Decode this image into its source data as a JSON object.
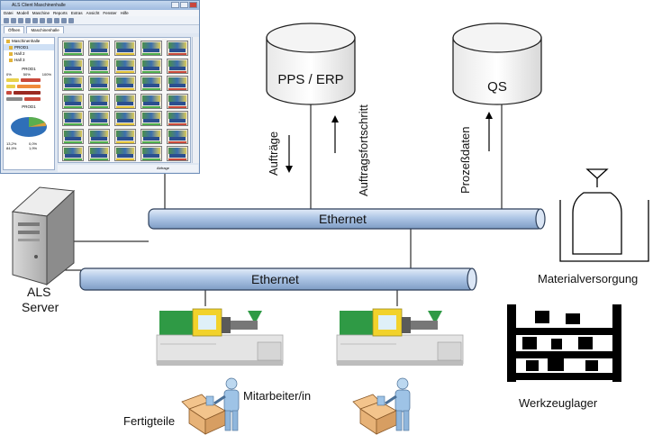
{
  "databases": {
    "pps_erp": "PPS / ERP",
    "qs": "QS"
  },
  "flows": {
    "auftraege": "Aufträge",
    "auftragsfortschritt": "Auftragsfortschritt",
    "prozessdaten": "Prozeßdaten"
  },
  "network": {
    "ethernet_top": "Ethernet",
    "ethernet_bottom": "Ethernet"
  },
  "server": {
    "line1": "ALS",
    "line2": "Server"
  },
  "labels": {
    "materialversorgung": "Materialversorgung",
    "werkzeuglager": "Werkzeuglager",
    "mitarbeiter": "Mitarbeiter/in",
    "fertigteile": "Fertigteile"
  },
  "screenshot": {
    "title": "ALS Client Maschinenhalle",
    "menu": [
      "Datei",
      "Modell",
      "Maschine",
      "Reports",
      "Extras",
      "Ansicht",
      "Fenster",
      "Hilfe"
    ],
    "tabs": [
      "Öffnen",
      "Maschinenhalle"
    ],
    "tree": [
      "Maschinenhalle",
      "PROD1",
      "Hall 2",
      "Hall 3"
    ],
    "panel_title": "PROD1",
    "scale": [
      "0%",
      "50%",
      "100%"
    ],
    "pie_title": "PROD1",
    "legend": [
      "13,2%",
      "0,0%",
      "84,9%",
      "1,9%"
    ],
    "status_text": "Abfrage"
  },
  "colors": {
    "ethernet_pipe": "#aec6e6",
    "machine_green": "#2f9a45",
    "machine_yellow": "#f2d22b",
    "machine_body": "#e4e4e4",
    "worker_blue": "#9ec3e6",
    "box_tan": "#e7b277"
  }
}
